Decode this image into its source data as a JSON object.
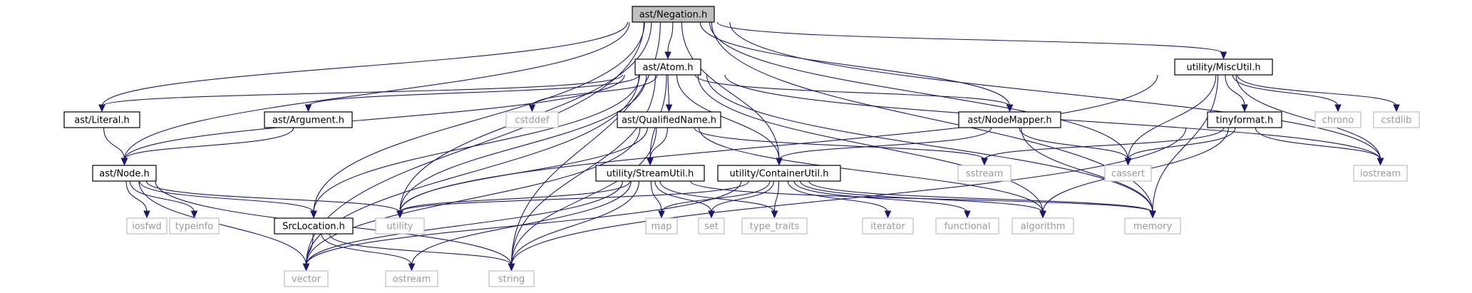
{
  "nodes": [
    {
      "id": "negation",
      "label": "ast/Negation.h",
      "kind": "root"
    },
    {
      "id": "atom",
      "label": "ast/Atom.h",
      "kind": "local"
    },
    {
      "id": "misc",
      "label": "utility/MiscUtil.h",
      "kind": "local"
    },
    {
      "id": "literal",
      "label": "ast/Literal.h",
      "kind": "local"
    },
    {
      "id": "argument",
      "label": "ast/Argument.h",
      "kind": "local"
    },
    {
      "id": "cstddef",
      "label": "cstddef",
      "kind": "external"
    },
    {
      "id": "qualified",
      "label": "ast/QualifiedName.h",
      "kind": "local"
    },
    {
      "id": "nodemapper",
      "label": "ast/NodeMapper.h",
      "kind": "local"
    },
    {
      "id": "tinyformat",
      "label": "tinyformat.h",
      "kind": "local"
    },
    {
      "id": "chrono",
      "label": "chrono",
      "kind": "external"
    },
    {
      "id": "cstdlib",
      "label": "cstdlib",
      "kind": "external"
    },
    {
      "id": "node",
      "label": "ast/Node.h",
      "kind": "local"
    },
    {
      "id": "stream",
      "label": "utility/StreamUtil.h",
      "kind": "local"
    },
    {
      "id": "container",
      "label": "utility/ContainerUtil.h",
      "kind": "local"
    },
    {
      "id": "sstream",
      "label": "sstream",
      "kind": "external"
    },
    {
      "id": "cassert",
      "label": "cassert",
      "kind": "external"
    },
    {
      "id": "iostream",
      "label": "iostream",
      "kind": "external"
    },
    {
      "id": "iosfwd",
      "label": "iosfwd",
      "kind": "external"
    },
    {
      "id": "typeinfo",
      "label": "typeinfo",
      "kind": "external"
    },
    {
      "id": "srcloc",
      "label": "SrcLocation.h",
      "kind": "local"
    },
    {
      "id": "utility",
      "label": "utility",
      "kind": "external"
    },
    {
      "id": "map",
      "label": "map",
      "kind": "external"
    },
    {
      "id": "set",
      "label": "set",
      "kind": "external"
    },
    {
      "id": "type_traits",
      "label": "type_traits",
      "kind": "external"
    },
    {
      "id": "iterator",
      "label": "iterator",
      "kind": "external"
    },
    {
      "id": "functional",
      "label": "functional",
      "kind": "external"
    },
    {
      "id": "algorithm",
      "label": "algorithm",
      "kind": "external"
    },
    {
      "id": "memory",
      "label": "memory",
      "kind": "external"
    },
    {
      "id": "vector",
      "label": "vector",
      "kind": "external"
    },
    {
      "id": "ostream",
      "label": "ostream",
      "kind": "external"
    },
    {
      "id": "string",
      "label": "string",
      "kind": "external"
    }
  ],
  "edges": [
    [
      "negation",
      "atom"
    ],
    [
      "negation",
      "misc"
    ],
    [
      "negation",
      "literal"
    ],
    [
      "negation",
      "node"
    ],
    [
      "negation",
      "nodemapper"
    ],
    [
      "negation",
      "container"
    ],
    [
      "negation",
      "srcloc"
    ],
    [
      "negation",
      "utility"
    ],
    [
      "negation",
      "vector"
    ],
    [
      "negation",
      "string"
    ],
    [
      "negation",
      "cassert"
    ],
    [
      "negation",
      "iostream"
    ],
    [
      "negation",
      "memory"
    ],
    [
      "atom",
      "literal"
    ],
    [
      "atom",
      "argument"
    ],
    [
      "atom",
      "cstddef"
    ],
    [
      "atom",
      "qualified"
    ],
    [
      "atom",
      "nodemapper"
    ],
    [
      "atom",
      "node"
    ],
    [
      "atom",
      "stream"
    ],
    [
      "atom",
      "container"
    ],
    [
      "atom",
      "srcloc"
    ],
    [
      "atom",
      "utility"
    ],
    [
      "atom",
      "vector"
    ],
    [
      "atom",
      "string"
    ],
    [
      "atom",
      "algorithm"
    ],
    [
      "atom",
      "memory"
    ],
    [
      "atom",
      "iostream"
    ],
    [
      "misc",
      "tinyformat"
    ],
    [
      "misc",
      "chrono"
    ],
    [
      "misc",
      "cstdlib"
    ],
    [
      "misc",
      "cassert"
    ],
    [
      "misc",
      "iostream"
    ],
    [
      "misc",
      "memory"
    ],
    [
      "misc",
      "utility"
    ],
    [
      "literal",
      "node"
    ],
    [
      "argument",
      "node"
    ],
    [
      "qualified",
      "stream"
    ],
    [
      "qualified",
      "utility"
    ],
    [
      "qualified",
      "vector"
    ],
    [
      "qualified",
      "string"
    ],
    [
      "qualified",
      "sstream"
    ],
    [
      "qualified",
      "algorithm"
    ],
    [
      "nodemapper",
      "container"
    ],
    [
      "nodemapper",
      "cassert"
    ],
    [
      "nodemapper",
      "memory"
    ],
    [
      "tinyformat",
      "cassert"
    ],
    [
      "tinyformat",
      "iostream"
    ],
    [
      "tinyformat",
      "sstream"
    ],
    [
      "tinyformat",
      "string"
    ],
    [
      "tinyformat",
      "algorithm"
    ],
    [
      "node",
      "iosfwd"
    ],
    [
      "node",
      "typeinfo"
    ],
    [
      "node",
      "srcloc"
    ],
    [
      "node",
      "utility"
    ],
    [
      "node",
      "vector"
    ],
    [
      "node",
      "string"
    ],
    [
      "stream",
      "map"
    ],
    [
      "stream",
      "set"
    ],
    [
      "stream",
      "type_traits"
    ],
    [
      "stream",
      "utility"
    ],
    [
      "stream",
      "vector"
    ],
    [
      "stream",
      "ostream"
    ],
    [
      "stream",
      "string"
    ],
    [
      "stream",
      "memory"
    ],
    [
      "container",
      "map"
    ],
    [
      "container",
      "set"
    ],
    [
      "container",
      "type_traits"
    ],
    [
      "container",
      "iterator"
    ],
    [
      "container",
      "functional"
    ],
    [
      "container",
      "algorithm"
    ],
    [
      "container",
      "memory"
    ],
    [
      "container",
      "utility"
    ],
    [
      "container",
      "vector"
    ],
    [
      "srcloc",
      "vector"
    ],
    [
      "srcloc",
      "ostream"
    ],
    [
      "srcloc",
      "string"
    ]
  ]
}
